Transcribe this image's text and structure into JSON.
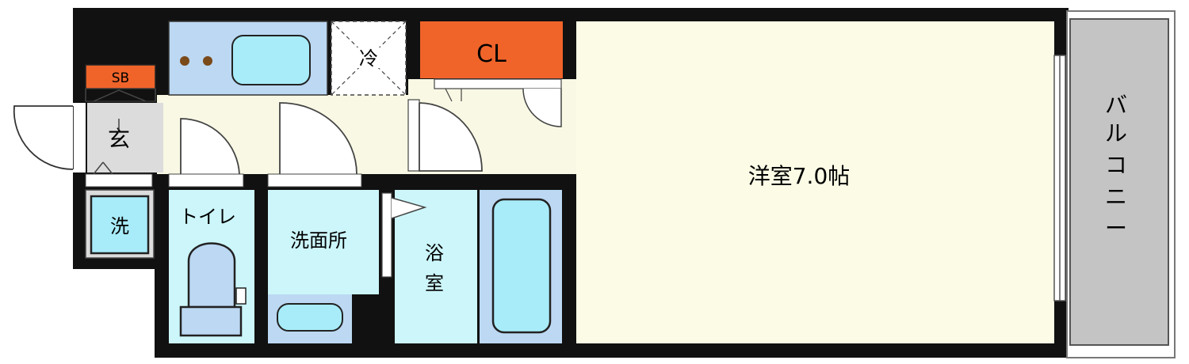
{
  "labels": {
    "shoe_box": "SB",
    "entrance": "玄",
    "fridge": "冷",
    "closet": "CL",
    "washer": "洗",
    "toilet": "トイレ",
    "washroom": "洗面所",
    "bathroom_line1": "浴",
    "bathroom_line2": "室",
    "western_room": "洋室7.0帖",
    "balcony": [
      "バ",
      "ル",
      "コ",
      "ニ",
      "ー"
    ]
  },
  "colors": {
    "wall": "#111111",
    "hall_floor": "#f8f8e4",
    "room_floor": "#fcfce6",
    "entrance_floor": "#dcdcdc",
    "kitchen_blue": "#bcd8f2",
    "fixture_cyan": "#a8ecfa",
    "bath_cyan": "#ccf6fa",
    "accent_orange": "#f0642a",
    "balcony_gray": "#c4c4c4",
    "door_stroke": "#444444"
  }
}
